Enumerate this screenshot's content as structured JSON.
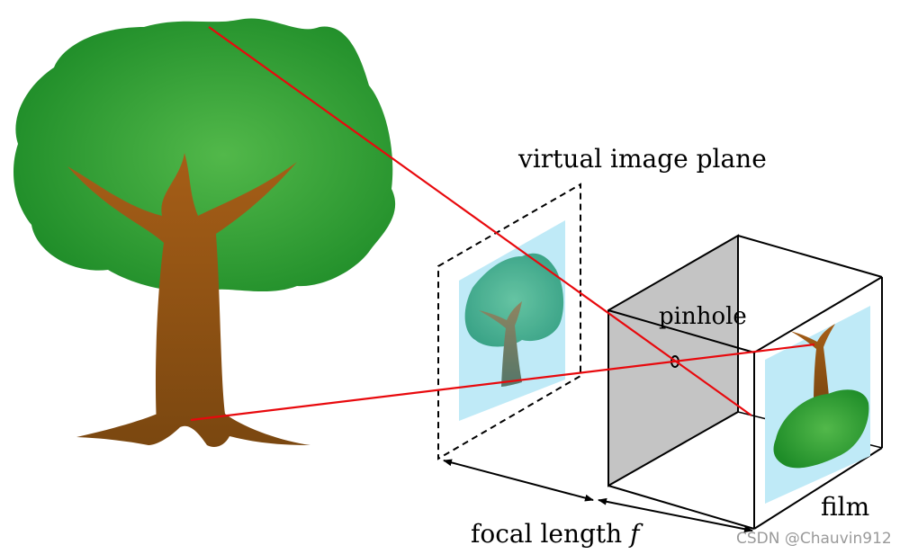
{
  "labels": {
    "virtual_image_plane": "virtual image plane",
    "pinhole": "pinhole",
    "film": "film",
    "focal_length": "focal length",
    "focal_symbol": "f"
  },
  "watermark": "CSDN @Chauvin912",
  "colors": {
    "ray": "#e8090d",
    "foliage_light": "#4cb94c",
    "foliage_dark": "#1f8f2a",
    "trunk": "#9b5a16",
    "image_bg": "#bfeaf7",
    "camera_face": "#c2c2c2"
  }
}
